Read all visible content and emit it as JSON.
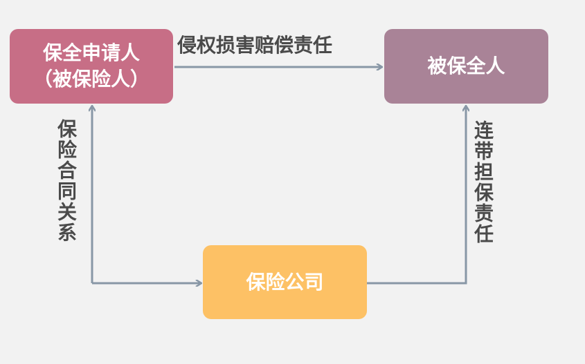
{
  "nodes": {
    "applicant": {
      "line1": "保全申请人",
      "line2": "（被保险人）"
    },
    "insured": {
      "label": "被保全人"
    },
    "insurer": {
      "label": "保险公司"
    }
  },
  "edges": {
    "top": "侵权损害赔偿责任",
    "left": "保险合同关系",
    "right": "连带担保责任"
  },
  "colors": {
    "applicant": "#c76e86",
    "insured": "#a98397",
    "insurer": "#fdc165",
    "arrow": "#8897a6",
    "background": "#f2f2f2"
  }
}
